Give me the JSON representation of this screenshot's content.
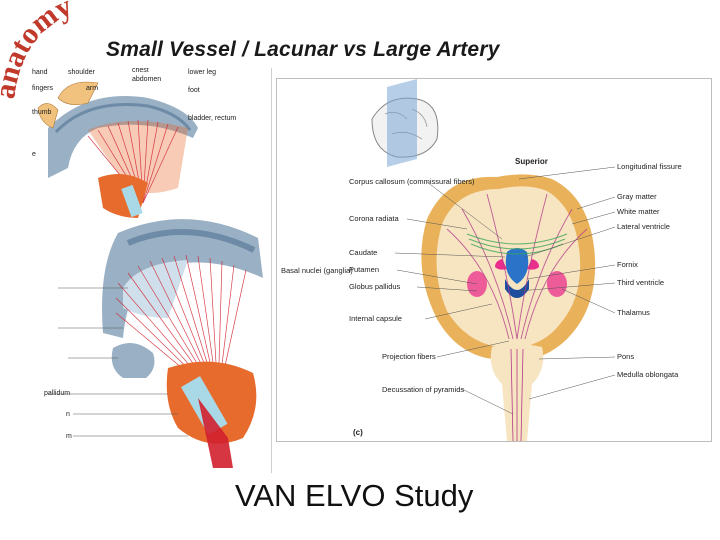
{
  "corner_word": "anatomy",
  "title": "Small Vessel / Lacunar vs Large Artery",
  "caption": "VAN ELVO Study",
  "left_figure": {
    "labels": [
      "hand",
      "shoulder",
      "arm",
      "chest",
      "abdomen",
      "lower leg",
      "fingers",
      "foot",
      "thumb",
      "bladder, rectum",
      "e",
      "pallidum",
      "n",
      "m"
    ]
  },
  "right_figure": {
    "panel_letter": "(c)",
    "labels_left": [
      "Corpus callosum (commissural fibers)",
      "Corona radiata",
      "Caudate",
      "Putamen",
      "Globus pallidus",
      "Basal nuclei (ganglia)",
      "Internal capsule",
      "Projection fibers",
      "Decussation of pyramids"
    ],
    "labels_right": [
      "Longitudinal fissure",
      "Gray matter",
      "White matter",
      "Lateral ventricle",
      "Fornix",
      "Third ventricle",
      "Thalamus",
      "Pons",
      "Medulla oblongata"
    ],
    "label_top": "Superior"
  },
  "colors": {
    "accent": "#c0392b",
    "gray_matter": "#e9b25a",
    "white_matter": "#f7e4c1",
    "ventricle": "#2a73c9",
    "fiber": "#d21f2d"
  }
}
